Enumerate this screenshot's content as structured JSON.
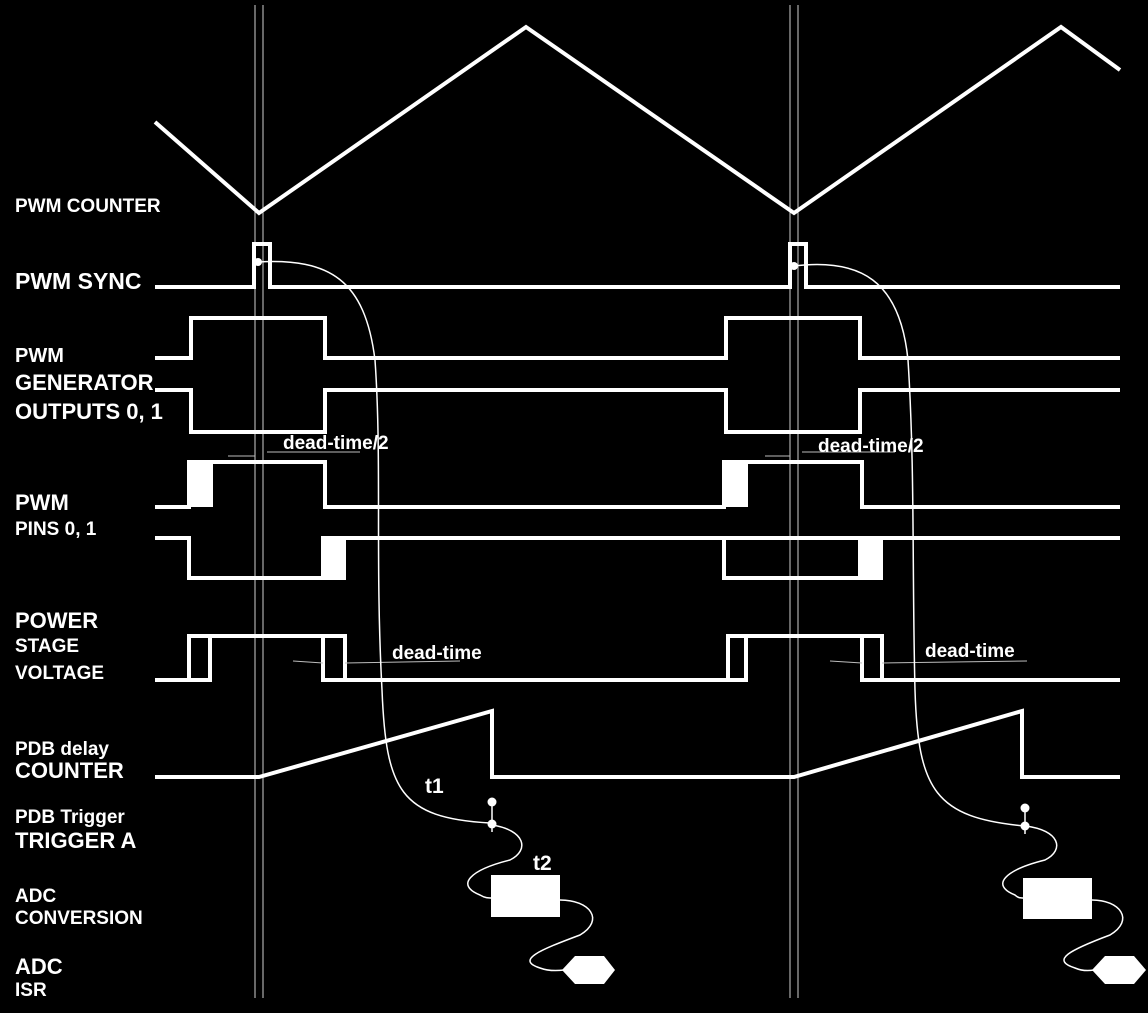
{
  "colors": {
    "background": "#000000",
    "foreground": "#ffffff"
  },
  "labels": {
    "pwm_counter": "PWM COUNTER",
    "pwm_sync": "PWM SYNC",
    "pwm_gen_1": "PWM",
    "pwm_gen_2": "GENERATOR",
    "pwm_gen_3": "OUTPUTS 0, 1",
    "pwm_pins_1": "PWM",
    "pwm_pins_2": "PINS 0, 1",
    "power_1": "POWER",
    "power_2": "STAGE",
    "power_3": "VOLTAGE",
    "pdb_delay_1": "PDB delay",
    "pdb_delay_2": "COUNTER",
    "pdb_trigger_1": "PDB Trigger",
    "pdb_trigger_2": "TRIGGER A",
    "adc_conv_1": "ADC",
    "adc_conv_2": "CONVERSION",
    "adc_isr_1": "ADC",
    "adc_isr_2": "ISR"
  },
  "annotations": {
    "dead_time_half": "dead-time/2",
    "dead_time": "dead-time",
    "t1": "t1",
    "t2": "t2"
  }
}
